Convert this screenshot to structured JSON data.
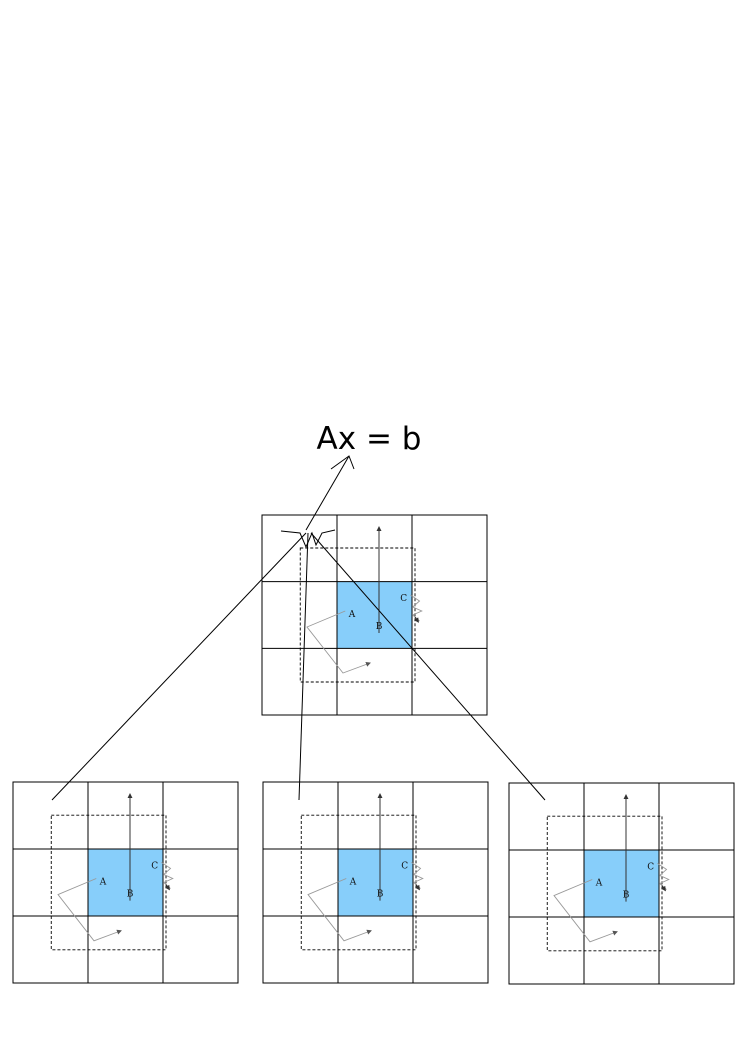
{
  "equation": "Ax = b",
  "colors": {
    "center_cell": "#87CEFA",
    "grid_line": "#000000",
    "path_line": "#999999"
  },
  "panels": [
    {
      "id": "top",
      "labels": {
        "a": "A",
        "b": "B",
        "c": "C"
      }
    },
    {
      "id": "bottom-left",
      "labels": {
        "a": "A",
        "b": "B",
        "c": "C"
      }
    },
    {
      "id": "bottom-middle",
      "labels": {
        "a": "A",
        "b": "B",
        "c": "C"
      }
    },
    {
      "id": "bottom-right",
      "labels": {
        "a": "A",
        "b": "B",
        "c": "C"
      }
    }
  ]
}
